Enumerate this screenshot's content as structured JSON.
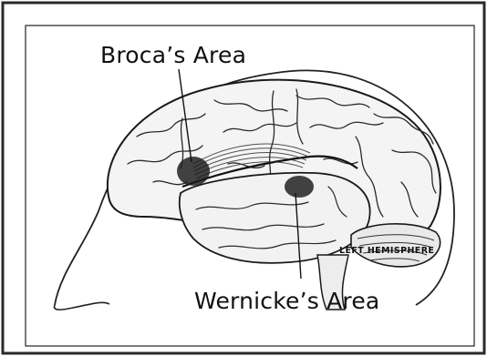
{
  "diagram": {
    "labels": {
      "broca": "Broca’s Area",
      "wernicke": "Wernicke’s Area",
      "hemisphere": "LEFT HEMISPHERE"
    }
  }
}
